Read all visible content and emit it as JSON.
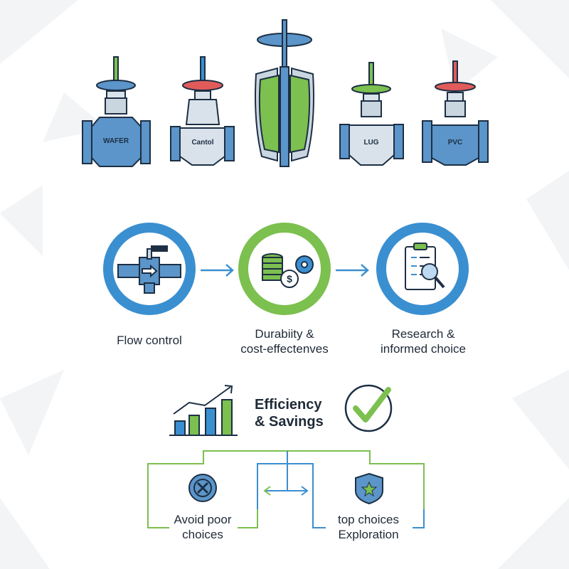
{
  "valves": [
    {
      "label": "WAFER",
      "handwheel_color": "#7cc04f"
    },
    {
      "label": "Cantol",
      "handwheel_color": "#e15b5b"
    },
    {
      "label": "",
      "handwheel_color": "#3a8fd0"
    },
    {
      "label": "LUG",
      "handwheel_color": "#7cc04f"
    },
    {
      "label": "PVC",
      "handwheel_color": "#e15b5b"
    }
  ],
  "steps": [
    {
      "label": "Flow control",
      "icon": "valve-pipe-icon",
      "ring_color": "#3a8fd0"
    },
    {
      "label": "Durabiity &\ncost-effectenves",
      "icon": "coins-gear-icon",
      "ring_color": "#7cc04f"
    },
    {
      "label": "Research &\ninformed choice",
      "icon": "clipboard-magnifier-icon",
      "ring_color": "#3a8fd0"
    }
  ],
  "outcome": {
    "title": "Efficiency\n& Savings"
  },
  "branches": {
    "left": {
      "label": "Avoid poor\nchoices",
      "icon": "x-circle-icon"
    },
    "right": {
      "label": "top choices\nExploration",
      "icon": "shield-star-icon"
    }
  },
  "colors": {
    "blue": "#3a8fd0",
    "green": "#7cc04f",
    "red": "#e15b5b",
    "navy": "#1d2f44",
    "valve_body": "#5b95c9"
  }
}
